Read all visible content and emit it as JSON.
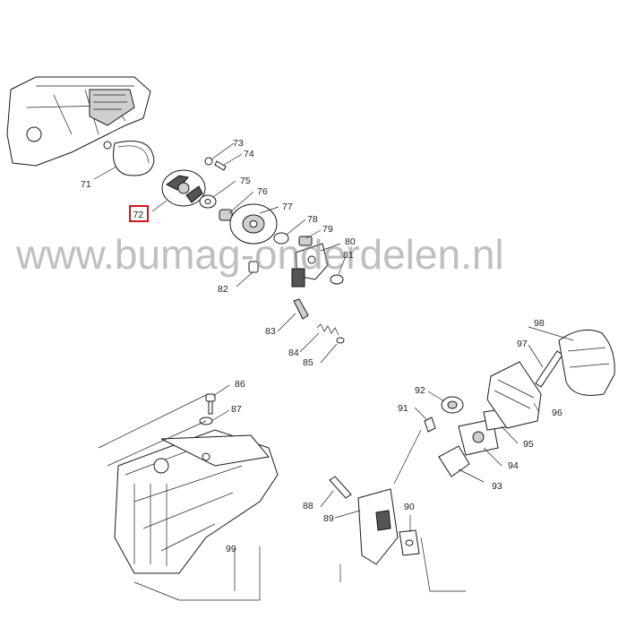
{
  "watermark": "www.bumag-onderdelen.nl",
  "highlight_color": "#d0181b",
  "highlighted_part": "72",
  "callouts": [
    {
      "id": "71",
      "text": "71"
    },
    {
      "id": "72",
      "text": "72"
    },
    {
      "id": "73",
      "text": "73"
    },
    {
      "id": "74",
      "text": "74"
    },
    {
      "id": "75",
      "text": "75"
    },
    {
      "id": "76",
      "text": "76"
    },
    {
      "id": "77",
      "text": "77"
    },
    {
      "id": "78",
      "text": "78"
    },
    {
      "id": "79",
      "text": "79"
    },
    {
      "id": "80",
      "text": "80"
    },
    {
      "id": "81",
      "text": "81"
    },
    {
      "id": "82",
      "text": "82"
    },
    {
      "id": "83",
      "text": "83"
    },
    {
      "id": "84",
      "text": "84"
    },
    {
      "id": "85",
      "text": "85"
    },
    {
      "id": "86",
      "text": "86"
    },
    {
      "id": "87",
      "text": "87"
    },
    {
      "id": "88",
      "text": "88"
    },
    {
      "id": "89",
      "text": "89"
    },
    {
      "id": "90",
      "text": "90"
    },
    {
      "id": "91",
      "text": "91"
    },
    {
      "id": "92",
      "text": "92"
    },
    {
      "id": "93",
      "text": "93"
    },
    {
      "id": "94",
      "text": "94"
    },
    {
      "id": "95",
      "text": "95"
    },
    {
      "id": "96",
      "text": "96"
    },
    {
      "id": "97",
      "text": "97"
    },
    {
      "id": "98",
      "text": "98"
    },
    {
      "id": "99",
      "text": "99"
    }
  ]
}
